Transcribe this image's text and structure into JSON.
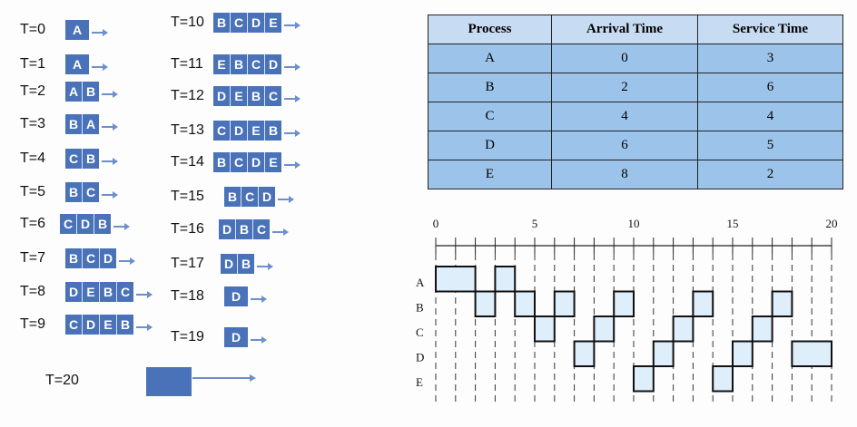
{
  "queue_timeline": [
    {
      "label": "T=0",
      "queue": [
        "A"
      ]
    },
    {
      "label": "T=1",
      "queue": [
        "A"
      ]
    },
    {
      "label": "T=2",
      "queue": [
        "A",
        "B"
      ]
    },
    {
      "label": "T=3",
      "queue": [
        "B",
        "A"
      ]
    },
    {
      "label": "T=4",
      "queue": [
        "C",
        "B"
      ]
    },
    {
      "label": "T=5",
      "queue": [
        "B",
        "C"
      ]
    },
    {
      "label": "T=6",
      "queue": [
        "C",
        "D",
        "B"
      ]
    },
    {
      "label": "T=7",
      "queue": [
        "B",
        "C",
        "D"
      ]
    },
    {
      "label": "T=8",
      "queue": [
        "D",
        "E",
        "B",
        "C"
      ]
    },
    {
      "label": "T=9",
      "queue": [
        "C",
        "D",
        "E",
        "B"
      ]
    },
    {
      "label": "T=10",
      "queue": [
        "B",
        "C",
        "D",
        "E"
      ]
    },
    {
      "label": "T=11",
      "queue": [
        "E",
        "B",
        "C",
        "D"
      ]
    },
    {
      "label": "T=12",
      "queue": [
        "D",
        "E",
        "B",
        "C"
      ]
    },
    {
      "label": "T=13",
      "queue": [
        "C",
        "D",
        "E",
        "B"
      ]
    },
    {
      "label": "T=14",
      "queue": [
        "B",
        "C",
        "D",
        "E"
      ]
    },
    {
      "label": "T=15",
      "queue": [
        "B",
        "C",
        "D"
      ]
    },
    {
      "label": "T=16",
      "queue": [
        "D",
        "B",
        "C"
      ]
    },
    {
      "label": "T=17",
      "queue": [
        "D",
        "B"
      ]
    },
    {
      "label": "T=18",
      "queue": [
        "D"
      ]
    },
    {
      "label": "T=19",
      "queue": [
        "D"
      ]
    },
    {
      "label": "T=20",
      "queue": []
    }
  ],
  "process_table": {
    "headers": [
      "Process",
      "Arrival Time",
      "Service Time"
    ],
    "rows": [
      [
        "A",
        "0",
        "3"
      ],
      [
        "B",
        "2",
        "6"
      ],
      [
        "C",
        "4",
        "4"
      ],
      [
        "D",
        "6",
        "5"
      ],
      [
        "E",
        "8",
        "2"
      ]
    ]
  },
  "gantt": {
    "processes": [
      "A",
      "B",
      "C",
      "D",
      "E"
    ],
    "axis_labels": [
      "0",
      "5",
      "10",
      "15",
      "20"
    ],
    "t_max": 20,
    "schedule": [
      {
        "p": "A",
        "start": 0,
        "end": 2
      },
      {
        "p": "B",
        "start": 2,
        "end": 3
      },
      {
        "p": "A",
        "start": 3,
        "end": 4
      },
      {
        "p": "B",
        "start": 4,
        "end": 5
      },
      {
        "p": "C",
        "start": 5,
        "end": 6
      },
      {
        "p": "B",
        "start": 6,
        "end": 7
      },
      {
        "p": "D",
        "start": 7,
        "end": 8
      },
      {
        "p": "C",
        "start": 8,
        "end": 9
      },
      {
        "p": "B",
        "start": 9,
        "end": 10
      },
      {
        "p": "E",
        "start": 10,
        "end": 11
      },
      {
        "p": "D",
        "start": 11,
        "end": 12
      },
      {
        "p": "C",
        "start": 12,
        "end": 13
      },
      {
        "p": "B",
        "start": 13,
        "end": 14
      },
      {
        "p": "E",
        "start": 14,
        "end": 15
      },
      {
        "p": "D",
        "start": 15,
        "end": 16
      },
      {
        "p": "C",
        "start": 16,
        "end": 17
      },
      {
        "p": "B",
        "start": 17,
        "end": 18
      },
      {
        "p": "D",
        "start": 18,
        "end": 20
      }
    ],
    "colors": {
      "box_fill": "#deeefb",
      "line": "#111111",
      "queue_box": "#4a72b8",
      "table_header": "#c7dcf3",
      "table_cell": "#9cc4ea"
    }
  }
}
